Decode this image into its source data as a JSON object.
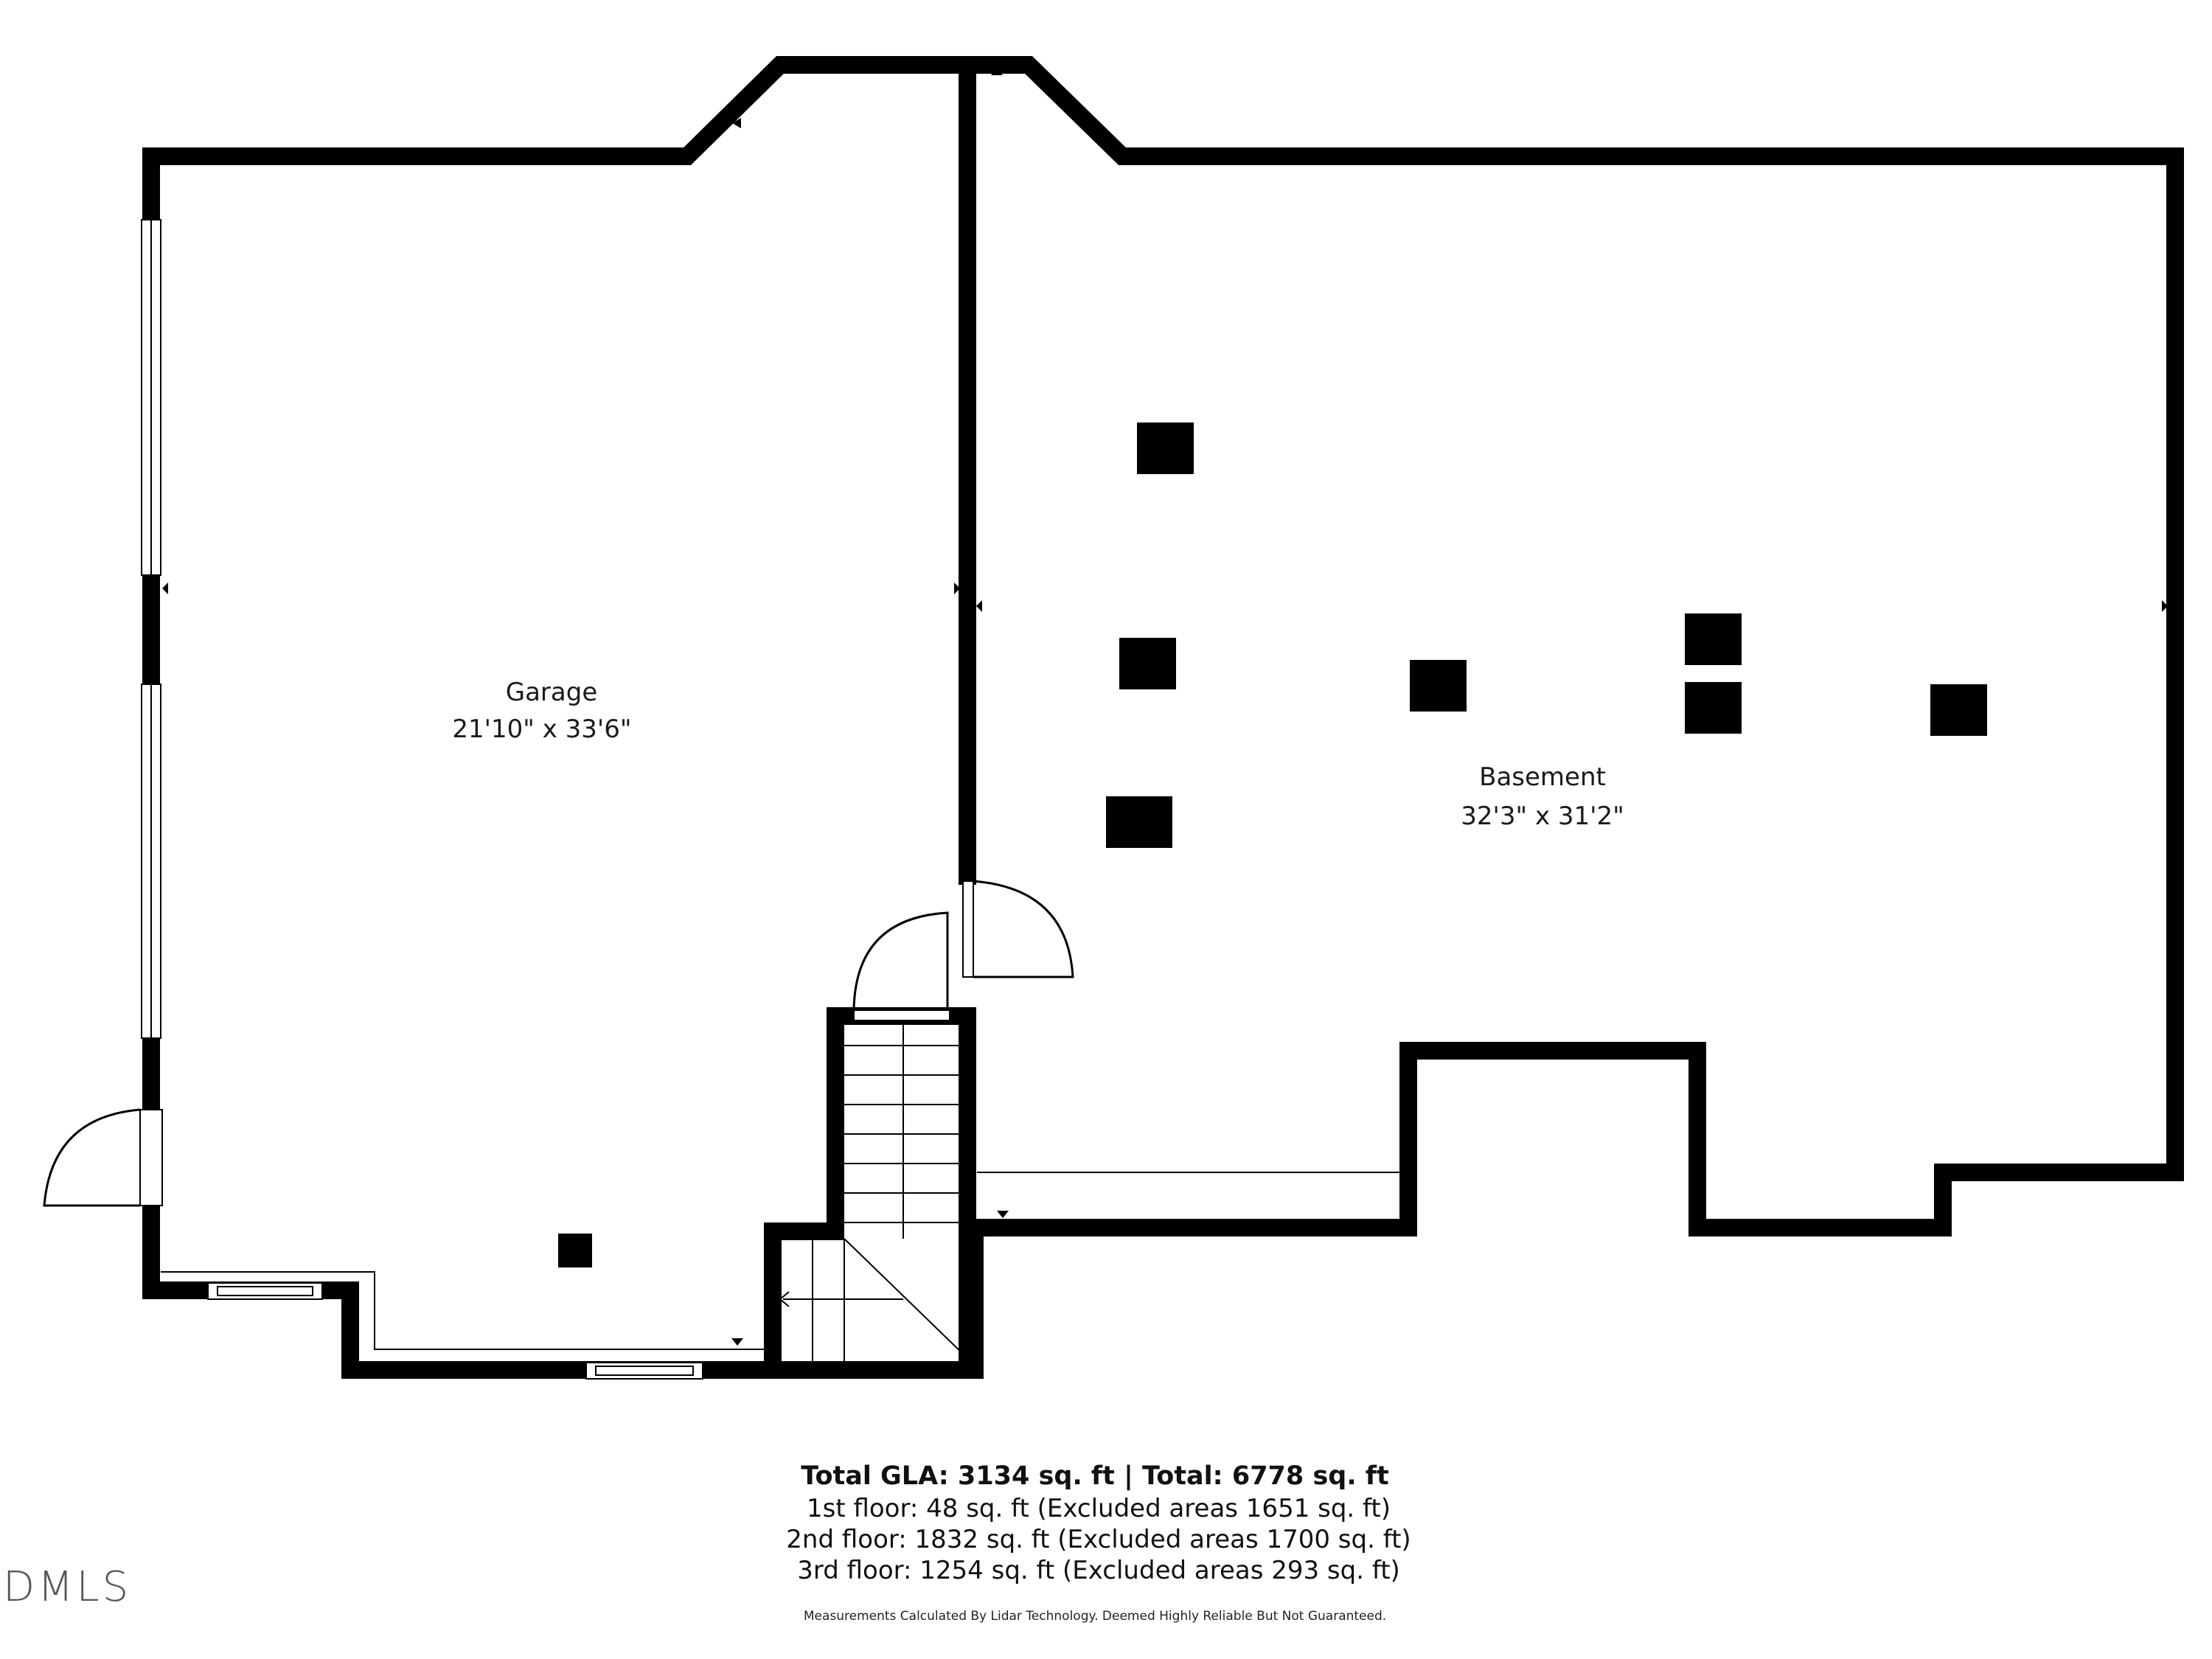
{
  "rooms": {
    "garage": {
      "name": "Garage",
      "dimensions": "21'10\" x 33'6\""
    },
    "basement": {
      "name": "Basement",
      "dimensions": "32'3\" x 31'2\""
    }
  },
  "summary": {
    "total": "Total GLA: 3134 sq. ft | Total: 6778 sq. ft",
    "floors": [
      "1st floor: 48 sq. ft (Excluded areas 1651 sq. ft)",
      "2nd floor: 1832 sq. ft (Excluded areas 1700 sq. ft)",
      "3rd floor: 1254 sq. ft (Excluded areas 293 sq. ft)"
    ],
    "disclaimer": "Measurements Calculated By Lidar Technology. Deemed Highly Reliable But Not Guaranteed."
  },
  "logo": {
    "text": "DMLS"
  },
  "colors": {
    "wall": "#000000",
    "background": "#ffffff",
    "text": "#111111"
  }
}
